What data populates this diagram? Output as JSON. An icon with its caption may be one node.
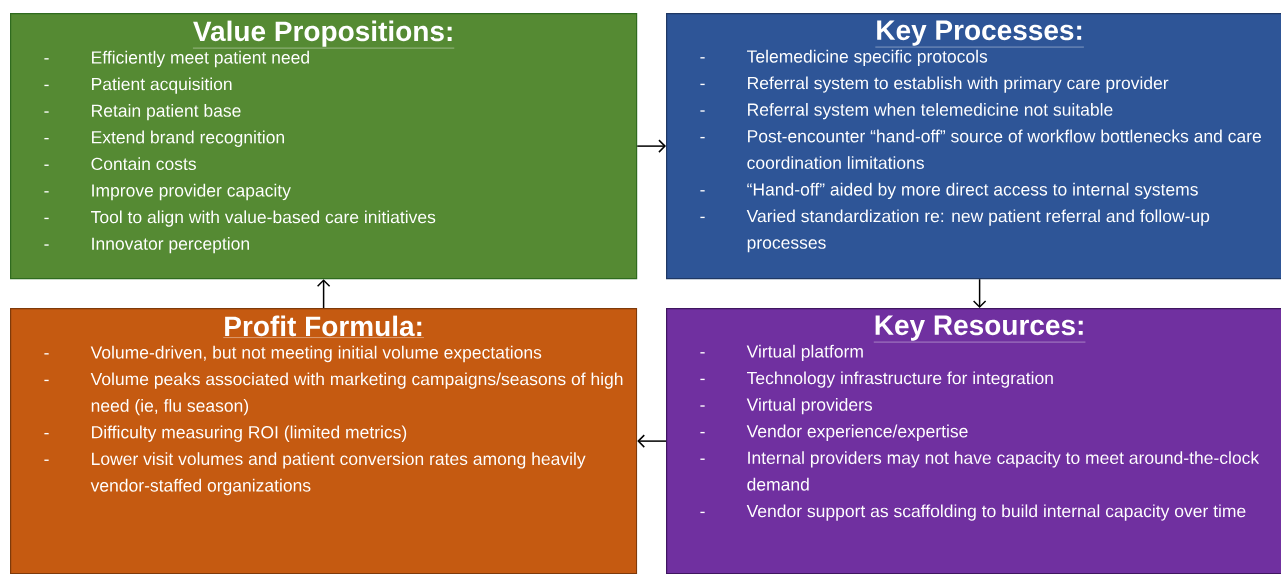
{
  "diagram": {
    "nodes": [
      {
        "text": [
          "Value Propositions:",
          "Efficiently meet patient need",
          "Patient acquisition",
          "Retain patient base",
          "Extend brand recognition",
          "Contain costs",
          "Improve provider capacity",
          "Tool to align with value-based care initiatives",
          "Innovator perception"
        ]
      },
      {
        "text": [
          "Key Processes:",
          "Telemedicine specific protocols",
          "Referral system to establish with primary care provider",
          "Referral system when telemedicine not suitable",
          "Post-encounter “hand-off” source of workflow bottlenecks and care coordination limitations",
          "“Hand-off” aided by more direct access to internal systems",
          "Varied standardization re: new patient referral and follow-up processes"
        ]
      },
      {
        "text": [
          "Profit Formula:",
          "Volume-driven, but not meeting initial volume expectations",
          "Volume peaks associated with marketing campaigns/seasons of high need (ie, flu season)",
          "Difficulty measuring ROI (limited metrics)",
          "Lower visit volumes and patient conversion rates among heavily vendor-staffed organizations"
        ]
      },
      {
        "text": [
          "Key Resources:",
          "Virtual platform",
          "Technology infrastructure for integration",
          "Virtual providers",
          "Vendor experience/expertise",
          "Internal providers may not have capacity to meet around-the-clock demand",
          "Vendor support as scaffolding to build internal capacity over time"
        ]
      }
    ],
    "edges": [
      {
        "from": 0,
        "to": 1,
        "arrow": "to"
      },
      {
        "from": 1,
        "to": 3,
        "arrow": "to"
      },
      {
        "from": 3,
        "to": 2,
        "arrow": "to"
      },
      {
        "from": 2,
        "to": 0,
        "arrow": "to"
      }
    ],
    "labels": [
      "-",
      "-",
      "-",
      "-",
      "-",
      "-",
      "-",
      "-",
      "-",
      "-",
      "-",
      "-",
      "-",
      "-",
      "-",
      "-",
      "-",
      "-",
      "-",
      "-",
      "-",
      "-",
      "-",
      "-"
    ]
  }
}
